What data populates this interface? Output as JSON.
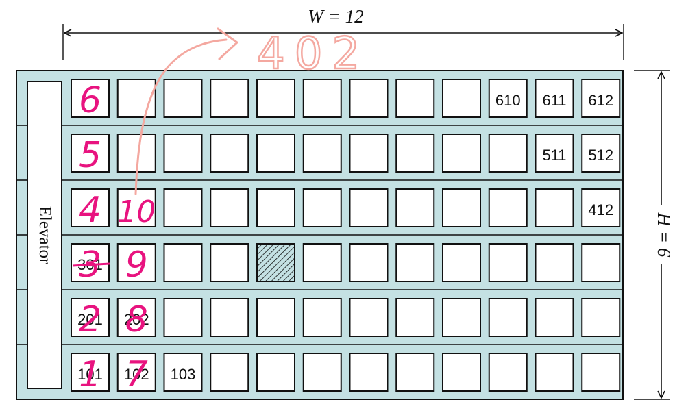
{
  "dimensions": {
    "width_label": "W = 12",
    "height_label": "H = 6",
    "width_value": 12,
    "height_value": 6
  },
  "elevator_label": "Elevator",
  "colors": {
    "building_fill": "#c4e1e3",
    "outline": "#111111",
    "room_fill": "#ffffff",
    "annotation_pink": "#e8137f",
    "annotation_salmon": "#f4a8a0"
  },
  "rooms": [
    {
      "floor": 6,
      "col": 10,
      "label": "610"
    },
    {
      "floor": 6,
      "col": 11,
      "label": "611"
    },
    {
      "floor": 6,
      "col": 12,
      "label": "612"
    },
    {
      "floor": 5,
      "col": 11,
      "label": "511"
    },
    {
      "floor": 5,
      "col": 12,
      "label": "512"
    },
    {
      "floor": 4,
      "col": 12,
      "label": "412"
    },
    {
      "floor": 3,
      "col": 1,
      "label": "301"
    },
    {
      "floor": 2,
      "col": 1,
      "label": "201"
    },
    {
      "floor": 2,
      "col": 2,
      "label": "202"
    },
    {
      "floor": 1,
      "col": 1,
      "label": "101"
    },
    {
      "floor": 1,
      "col": 2,
      "label": "102"
    },
    {
      "floor": 1,
      "col": 3,
      "label": "103"
    }
  ],
  "highlighted_room": {
    "floor": 3,
    "col": 5
  },
  "annotations": {
    "arrow_target": "402",
    "counts": [
      {
        "floor": 6,
        "col": 1,
        "text": "6"
      },
      {
        "floor": 5,
        "col": 1,
        "text": "5"
      },
      {
        "floor": 4,
        "col": 1,
        "text": "4"
      },
      {
        "floor": 3,
        "col": 1,
        "text": "3"
      },
      {
        "floor": 2,
        "col": 1,
        "text": "2"
      },
      {
        "floor": 1,
        "col": 1,
        "text": "1"
      },
      {
        "floor": 4,
        "col": 2,
        "text": "10"
      },
      {
        "floor": 3,
        "col": 2,
        "text": "9"
      },
      {
        "floor": 2,
        "col": 2,
        "text": "8"
      },
      {
        "floor": 1,
        "col": 2,
        "text": "7"
      }
    ]
  }
}
